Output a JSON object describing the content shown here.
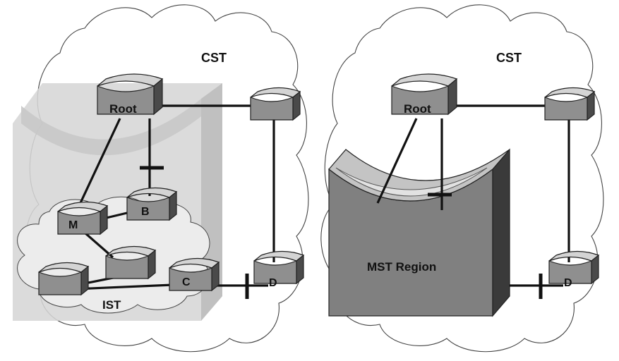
{
  "left": {
    "cloud_label": "CST",
    "root_label": "Root",
    "switch_m": "M",
    "switch_b": "B",
    "switch_c": "C",
    "switch_d": "D",
    "ist_label": "IST"
  },
  "right": {
    "cloud_label": "CST",
    "root_label": "Root",
    "region_label": "MST Region",
    "switch_d": "D"
  },
  "colors": {
    "switch_front": "#8f8f8f",
    "switch_top": "#d4d4d4",
    "switch_side": "#4a4a4a",
    "region_front": "#808080",
    "region_top": "#c4c4c4",
    "region_side": "#3a3a3a",
    "region_panel": "#d6d6d6",
    "ist_cloud": "#ececec"
  }
}
